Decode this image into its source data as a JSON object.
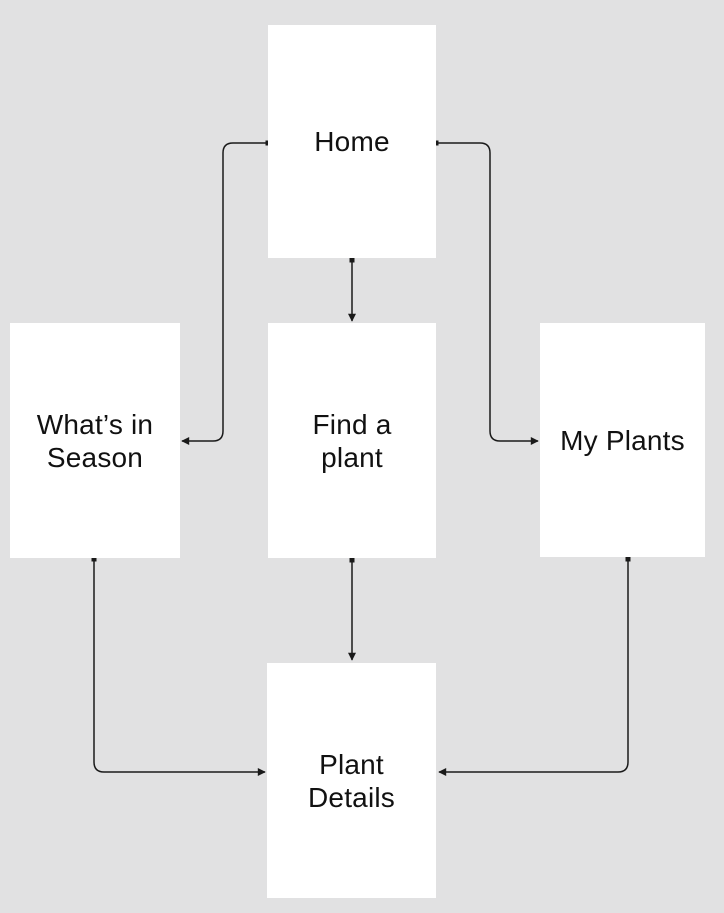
{
  "canvas": {
    "background_color": "#e1e1e2",
    "node_fill_color": "#ffffff",
    "connector_color": "#1a1a1a",
    "text_color": "#111111"
  },
  "nodes": [
    {
      "id": "home",
      "label": "Home",
      "lines": [
        "Home"
      ]
    },
    {
      "id": "whats-in-season",
      "label": "What’s in Season",
      "lines": [
        "What’s in",
        "Season"
      ]
    },
    {
      "id": "find-a-plant",
      "label": "Find a plant",
      "lines": [
        "Find a",
        "plant"
      ]
    },
    {
      "id": "my-plants",
      "label": "My Plants",
      "lines": [
        "My Plants"
      ]
    },
    {
      "id": "plant-details",
      "label": "Plant Details",
      "lines": [
        "Plant",
        "Details"
      ]
    }
  ],
  "edges": [
    {
      "from": "home",
      "to": "whats-in-season"
    },
    {
      "from": "home",
      "to": "find-a-plant"
    },
    {
      "from": "home",
      "to": "my-plants"
    },
    {
      "from": "whats-in-season",
      "to": "plant-details"
    },
    {
      "from": "find-a-plant",
      "to": "plant-details"
    },
    {
      "from": "my-plants",
      "to": "plant-details"
    }
  ]
}
